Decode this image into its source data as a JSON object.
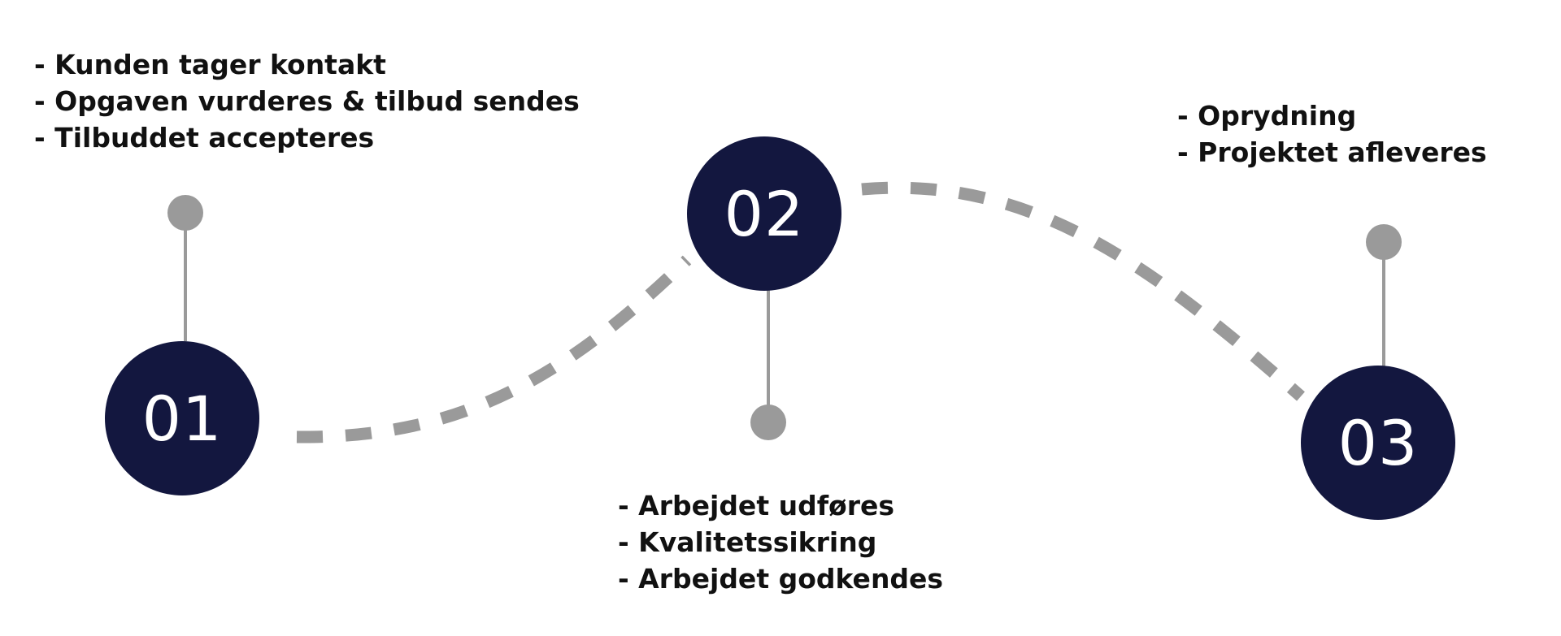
{
  "colors": {
    "badge": "#13173F",
    "connector": "#9A9A9A",
    "text": "#111111",
    "background": "#FFFFFF"
  },
  "steps": [
    {
      "number": "01",
      "items": [
        "- Kunden tager kontakt",
        "- Opgaven vurderes & tilbud sendes",
        "- Tilbuddet accepteres"
      ]
    },
    {
      "number": "02",
      "items": [
        "- Arbejdet udføres",
        "- Kvalitetssikring",
        "- Arbejdet godkendes"
      ]
    },
    {
      "number": "03",
      "items": [
        "- Oprydning",
        "- Projektet afleveres"
      ]
    }
  ]
}
